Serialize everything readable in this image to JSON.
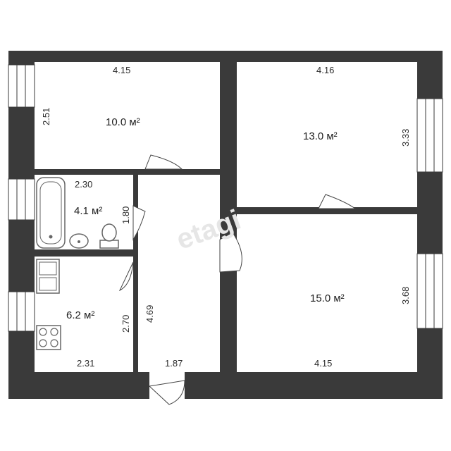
{
  "colors": {
    "wall": "#3a3a3a",
    "floor": "#ffffff",
    "fixture": "#666666",
    "window": "#ffffff"
  },
  "watermark": "etagi",
  "rooms": {
    "room_top_left": {
      "area": "10.0 м²",
      "width": "4.15",
      "height": "2.51"
    },
    "room_top_right": {
      "area": "13.0 м²",
      "width": "4.16",
      "height": "3.33"
    },
    "room_bottom_right": {
      "area": "15.0 м²",
      "width": "4.15",
      "height": "3.68"
    },
    "bathroom": {
      "area": "4.1 м²",
      "width": "2.30",
      "height": "1.80"
    },
    "kitchen": {
      "area": "6.2 м²",
      "width": "2.31",
      "height": "2.70"
    },
    "corridor": {
      "width": "1.87",
      "height": "4.69"
    }
  }
}
